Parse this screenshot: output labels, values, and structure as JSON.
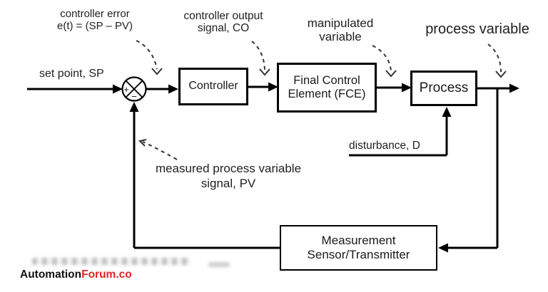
{
  "labels": {
    "controller_error": {
      "line1": "controller error",
      "line2": "e(t) = (SP – PV)"
    },
    "controller_output": {
      "line1": "controller output",
      "line2": "signal, CO"
    },
    "manipulated_variable": {
      "line1": "manipulated",
      "line2": "variable"
    },
    "process_variable": "process variable",
    "set_point": "set point, SP",
    "disturbance": "disturbance, D",
    "measured_pv": {
      "line1": "measured process variable",
      "line2": "signal, PV"
    }
  },
  "blocks": {
    "controller": {
      "label": "Controller"
    },
    "final_control_element": {
      "line1": "Final Control",
      "line2": "Element (FCE)"
    },
    "process": {
      "label": "Process"
    },
    "measurement": {
      "line1": "Measurement",
      "line2": "Sensor/Transmitter"
    }
  },
  "summing_junction": {
    "sign_positive": "+",
    "sign_negative": "−"
  },
  "logo": {
    "brand_black": "Automation",
    "brand_red": "Forum.co"
  },
  "colors": {
    "line": "#000000",
    "text": "#1f1f1f",
    "dashed_arrow": "#333333",
    "logo_red": "#e32227",
    "background": "#ffffff"
  }
}
